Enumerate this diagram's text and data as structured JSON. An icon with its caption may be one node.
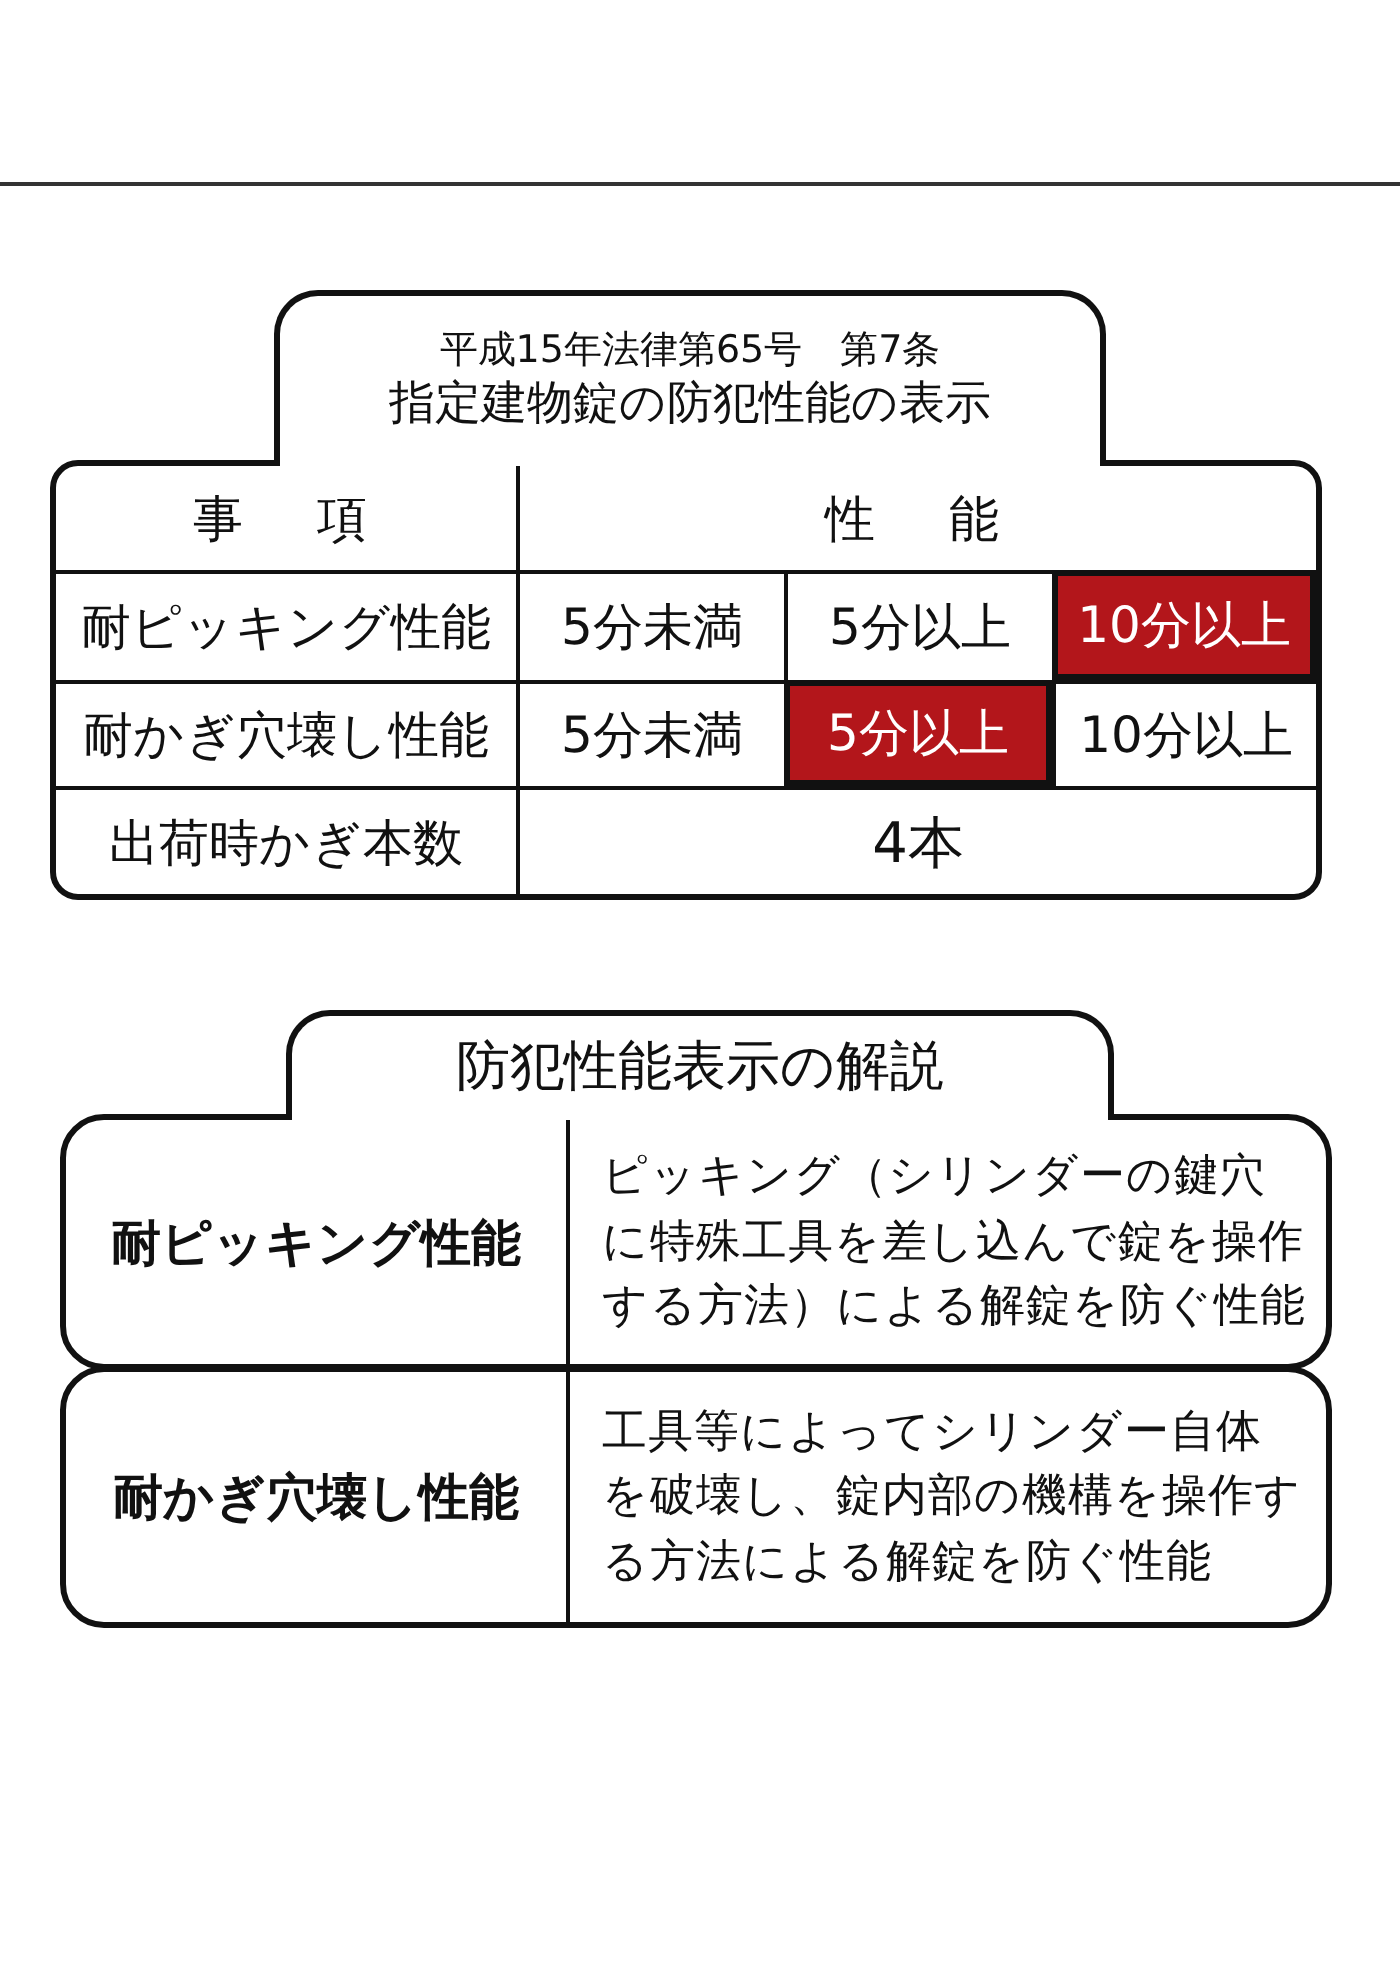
{
  "diagram": {
    "nodes": [
      {
        "text": [
          "平成15年法律第65号　第7条",
          "指定建物錠の防犯性能の表示"
        ]
      },
      {
        "text": [
          "防犯性能表示の解説"
        ]
      },
      {
        "text": [
          "耐ピッキング性能",
          "ピッキング（シリンダーの鍵穴に特殊工具を差し込んで錠を操作する方法）による解錠を防ぐ性能"
        ]
      },
      {
        "text": [
          "耐かぎ穴壊し性能",
          "工具等によってシリンダー自体を破壊し、錠内部の機構を操作する方法による解錠を防ぐ性能"
        ]
      }
    ],
    "edges": [],
    "labels": [
      "事　項",
      "性　能",
      "耐ピッキング性能",
      "5分未満",
      "5分以上",
      "10分以上",
      "耐かぎ穴壊し性能",
      "5分未満",
      "5分以上",
      "10分以上",
      "出荷時かぎ本数",
      "4本"
    ]
  }
}
